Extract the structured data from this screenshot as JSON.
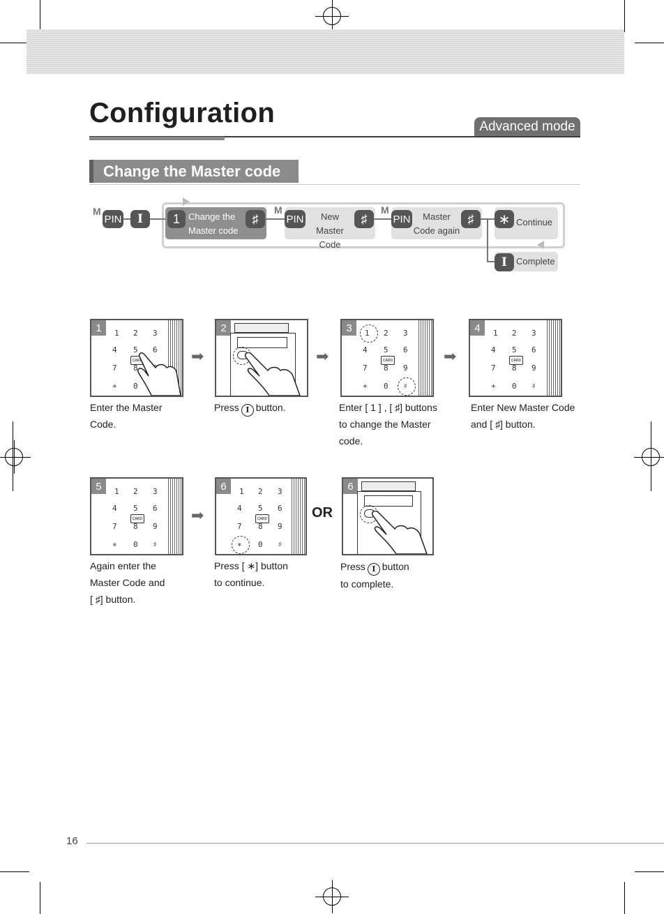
{
  "header": {
    "title": "Configuration",
    "mode_tag": "Advanced mode",
    "section_title": "Change the Master code"
  },
  "flow": {
    "m_label": "M",
    "pin_label": "PIN",
    "i_key": "I",
    "one_key": "1",
    "hash_key": "♯",
    "star_key": "∗",
    "step_change_line1": "Change the",
    "step_change_line2": "Master code",
    "step_new_line1": "New",
    "step_new_line2": "Master Code",
    "step_again_line1": "Master",
    "step_again_line2": "Code again",
    "continue_label": "Continue",
    "complete_label": "Complete"
  },
  "keypad": {
    "row1": [
      "1",
      "2",
      "3"
    ],
    "row2": [
      "4",
      "5",
      "6"
    ],
    "row3": [
      "7",
      "8",
      "9"
    ],
    "row4": [
      "∗",
      "0",
      "♯"
    ],
    "card_label": "CARD"
  },
  "steps": [
    {
      "num": "1",
      "caption_line1": "Enter the Master",
      "caption_line2": "Code.",
      "caption_line3": ""
    },
    {
      "num": "2",
      "caption_line1": "Press",
      "caption_after_key": "button.",
      "caption_line2": "",
      "caption_line3": ""
    },
    {
      "num": "3",
      "caption_line1": "Enter [ 1 ] , [ ♯] buttons",
      "caption_line2": "to change the Master",
      "caption_line3": "code."
    },
    {
      "num": "4",
      "caption_line1": "Enter New Master Code",
      "caption_line2": "and [ ♯] button.",
      "caption_line3": ""
    },
    {
      "num": "5",
      "caption_line1": "Again enter the",
      "caption_line2": "Master Code and",
      "caption_line3": "[ ♯] button."
    },
    {
      "num": "6",
      "caption_line1": "Press [ ∗] button",
      "caption_line2": "to continue.",
      "caption_line3": ""
    },
    {
      "num": "6",
      "caption_line1": "Press",
      "caption_after_key": "button",
      "caption_line2": "to complete.",
      "caption_line3": ""
    }
  ],
  "or_label": "OR",
  "footer": {
    "page_number": "16"
  }
}
